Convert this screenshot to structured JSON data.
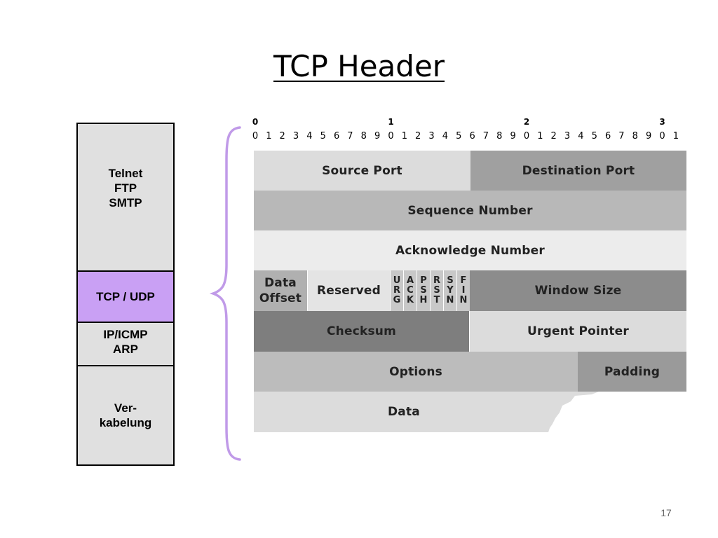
{
  "title": "TCP Header",
  "stack": {
    "layers": [
      {
        "label": "Telnet\nFTP\nSMTP"
      },
      {
        "label": "TCP / UDP"
      },
      {
        "label": "IP/ICMP\nARP"
      },
      {
        "label": "Ver-\nkabelung"
      }
    ]
  },
  "ruler": {
    "tens": [
      "0",
      "1",
      "2",
      "3"
    ],
    "units": [
      "0",
      "1",
      "2",
      "3",
      "4",
      "5",
      "6",
      "7",
      "8",
      "9",
      "0",
      "1",
      "2",
      "3",
      "4",
      "5",
      "6",
      "7",
      "8",
      "9",
      "0",
      "1",
      "2",
      "3",
      "4",
      "5",
      "6",
      "7",
      "8",
      "9",
      "0",
      "1"
    ]
  },
  "fields": {
    "source_port": "Source Port",
    "destination_port": "Destination Port",
    "sequence_number": "Sequence Number",
    "acknowledge_number": "Acknowledge Number",
    "data_offset": "Data\nOffset",
    "reserved": "Reserved",
    "window_size": "Window Size",
    "checksum": "Checksum",
    "urgent_pointer": "Urgent Pointer",
    "options": "Options",
    "padding": "Padding",
    "data": "Data"
  },
  "flags": [
    [
      "U",
      "R",
      "G"
    ],
    [
      "A",
      "C",
      "K"
    ],
    [
      "P",
      "S",
      "H"
    ],
    [
      "R",
      "S",
      "T"
    ],
    [
      "S",
      "Y",
      "N"
    ],
    [
      "F",
      "I",
      "N"
    ]
  ],
  "colors": {
    "light": "#dcdcdc",
    "mid": "#b8b8b8",
    "lighter": "#ececec",
    "dark": "#8c8c8c",
    "darker": "#7e7e7e",
    "stack_highlight": "#c9a0f4",
    "brace": "#c09ae8"
  },
  "page_number": "17"
}
